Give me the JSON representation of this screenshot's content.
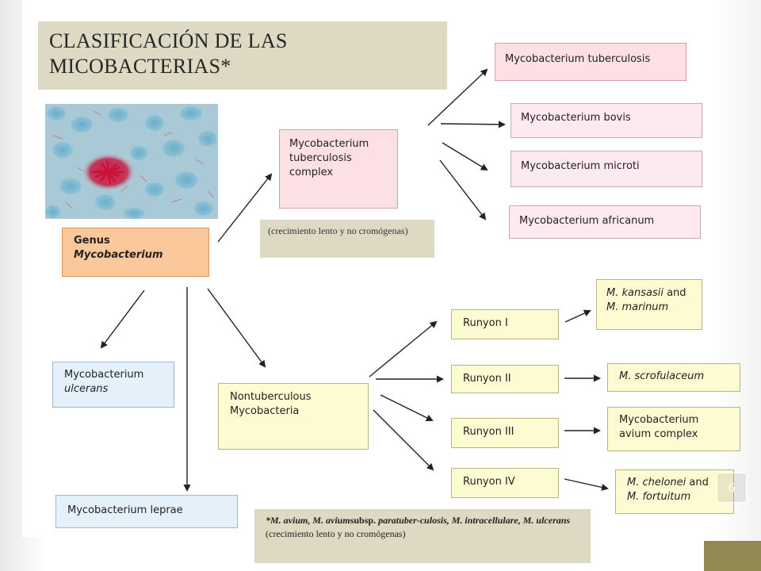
{
  "slide": {
    "title": "CLASIFICACIÓN DE LAS MICOBACTERIAS*",
    "page_number": "6"
  },
  "diagram": {
    "genus": {
      "line1": "Genus",
      "line2": "Mycobacterium"
    },
    "tb_complex": {
      "line1": "Mycobacterium",
      "line2": "tuberculosis",
      "line3": "complex"
    },
    "tb_complex_note": "(crecimiento lento y no cromógenas)",
    "tb_complex_members": {
      "tuberculosis": "Mycobacterium tuberculosis",
      "bovis": "Mycobacterium bovis",
      "microti": "Mycobacterium microti",
      "africanum": "Mycobacterium africanum"
    },
    "ulcerans": {
      "line1": "Mycobacterium",
      "line2": "ulcerans"
    },
    "leprae": "Mycobacterium leprae",
    "ntm": {
      "line1": "Nontuberculous",
      "line2": "Mycobacteria"
    },
    "runyon": {
      "r1": "Runyon I",
      "r2": "Runyon II",
      "r3": "Runyon III",
      "r4": "Runyon IV"
    },
    "runyon_members": {
      "r1_line1_species": "M. kansasii",
      "r1_and": " and",
      "r1_line2": "M. marinum",
      "r2": "M. scrofulaceum",
      "r3_line1": "Mycobacterium",
      "r3_line2": "avium complex",
      "r4_line1_species": "M. chelonei",
      "r4_and": " and",
      "r4_line2": "M. fortuitum"
    }
  },
  "footnote": {
    "part1": "*M. avium, M. avium",
    "part2": "subsp. ",
    "part3": "paratuber-culosis, M. intracellulare, M. ulcerans",
    "part4": " (crecimiento lento y no cromógenas)"
  },
  "colors": {
    "title_bg": "#ddd9c3",
    "genus_bg": "#fbc89c",
    "complex_bg": "#fde0e3",
    "ntm_bg": "#fdfbd2",
    "other_bg": "#e4f1fb",
    "accent_bar": "#938953"
  }
}
